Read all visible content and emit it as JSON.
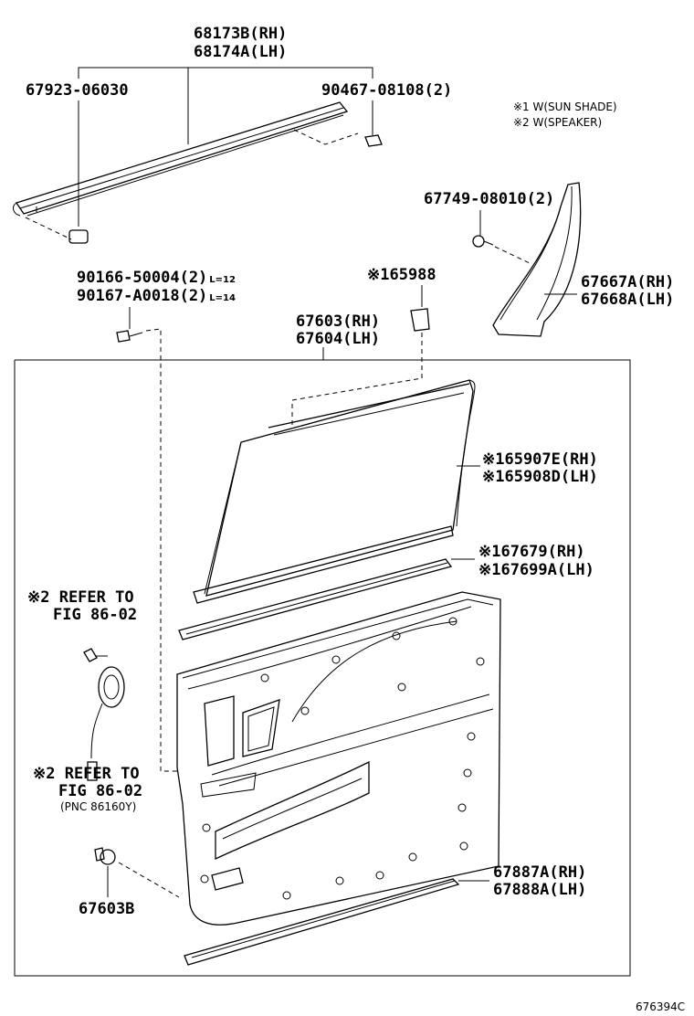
{
  "labels": {
    "belt_rh": "68173B(RH)",
    "belt_lh": "68174A(LH)",
    "clip_left": "67923-06030",
    "clip_right": "90467-08108(2)",
    "note1": "※1 W(SUN SHADE)",
    "note2": "※2 W(SPEAKER)",
    "screw_upper": "67749-08010(2)",
    "bolt_1": "90166-50004(2)",
    "bolt_1_suffix": "L=12",
    "bolt_2": "90167-A0018(2)",
    "bolt_2_suffix": "L=14",
    "bracket": "※165988",
    "pillar_rh": "67667A(RH)",
    "pillar_lh": "67668A(LH)",
    "panel_rh": "67603(RH)",
    "panel_lh": "67604(LH)",
    "shade_rh": "※165907E(RH)",
    "shade_lh": "※165908D(LH)",
    "rail_rh": "※167679(RH)",
    "rail_lh": "※167699A(LH)",
    "ref_top_1": "※2 REFER TO",
    "ref_top_2": "FIG 86-02",
    "ref_bot_1": "※2 REFER TO",
    "ref_bot_2": "FIG 86-02",
    "ref_bot_3": "(PNC 86160Y)",
    "clip_bottom": "67603B",
    "weather_rh": "67887A(RH)",
    "weather_lh": "67888A(LH)",
    "figure_code": "676394C"
  }
}
